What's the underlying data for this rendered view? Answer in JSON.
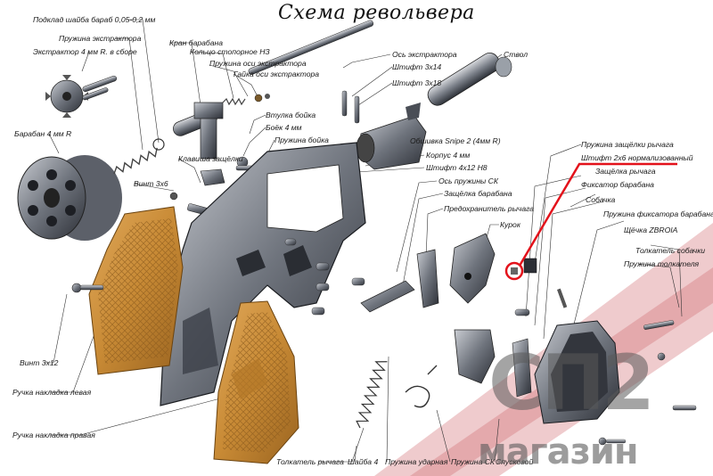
{
  "title": "Схема револьвера",
  "labels": {
    "shim": "Подклад шайба бараб 0,05-0,2 мм",
    "extractor_spring": "Пружина экстрактора",
    "extractor": "Экстрактор 4 мм R. в сборе",
    "cylinder": "Барабан 4 мм R",
    "cylinder_crane": "Кран барабана",
    "stop_ring": "Кольцо стопорное НЗ",
    "ejector_rod_spring": "Пружина оси экстрактора",
    "ejector_rod_nut": "Гайка оси экстрактора",
    "ejector_rod": "Ось экстрактора",
    "pin_3x14": "Штифт 3х14",
    "pin_3x18": "Штифт 3х18",
    "barrel": "Ствол",
    "firing_pin_bushing": "Втулка бойка",
    "firing_pin": "Боёк 4 мм",
    "firing_pin_spring": "Пружина бойка",
    "barrel_shroud": "Обшивка Snipe 2 (4мм R)",
    "latch_button": "Клавиша защёлки",
    "screw_3x6": "Винт 3х6",
    "frame": "Корпус 4 мм",
    "pin_4x12": "Штифт 4х12 Н8",
    "spring_axis": "Ось пружины СК",
    "cylinder_latch": "Защёлка барабана",
    "safety_lever": "Предохранитель рычага",
    "hammer": "Курок",
    "lever_latch_spring": "Пружина защёлки рычага",
    "pin_2x6": "Штифт 2х6 нормализованный",
    "lever_latch": "Защёлка рычага",
    "cylinder_stop": "Фиксатор барабана",
    "pawl": "Собачка",
    "cylinder_stop_spring": "Пружина фиксатора барабана",
    "side_plate": "Щёчка ZBROIA",
    "pawl_pusher": "Толкатель собачки",
    "pusher_spring": "Пружина толкателя",
    "screw_3x12": "Винт 3х12",
    "left_grip": "Ручка накладка левая",
    "right_grip": "Ручка накладка правая",
    "lever_pusher": "Толкатель рычага",
    "washer_4": "Шайба 4",
    "mainspring": "Пружина ударная",
    "sk_spring": "Пружина СК",
    "trigger": "Спусковой"
  },
  "watermark": {
    "logo": "СП2",
    "shop": "магазин"
  },
  "colors": {
    "highlight": "#e3121b",
    "grip": "#c88a35",
    "metal_dark": "#2c2f36",
    "metal_light": "#8b8f97"
  }
}
